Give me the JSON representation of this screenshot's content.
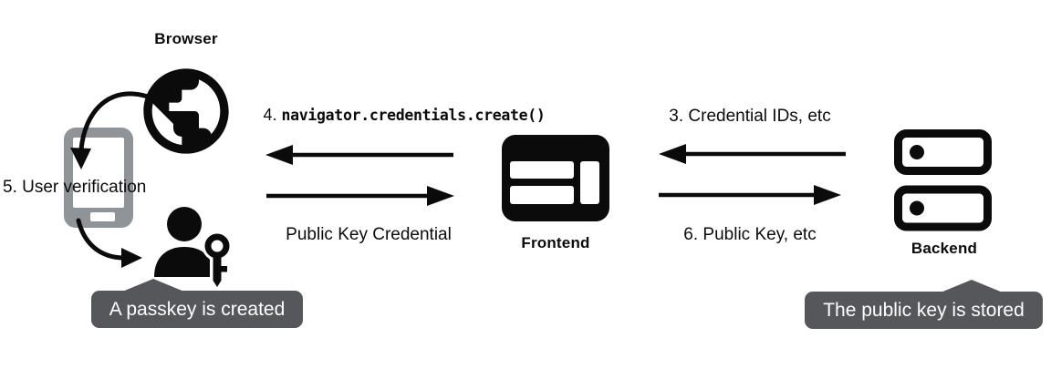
{
  "diagram": {
    "title_context": "passkey registration flow",
    "colors": {
      "ink": "#0b0b0c",
      "phone_gray": "#8f9499",
      "callout_bg": "#56575a",
      "callout_text": "#ffffff",
      "background": "#ffffff"
    },
    "nodes": {
      "browser": {
        "label": "Browser",
        "icon": "globe-icon"
      },
      "authenticator": {
        "icon": "smartphone-icon"
      },
      "user": {
        "icon": "person-key-icon"
      },
      "frontend": {
        "label": "Frontend",
        "icon": "browser-window-icon"
      },
      "backend": {
        "label": "Backend",
        "icon": "server-stack-icon"
      }
    },
    "steps": {
      "user_verification": "5. User verification",
      "create_call": {
        "prefix": "4.",
        "code": "navigator.credentials.create()"
      },
      "public_key_credential": "Public Key Credential",
      "credential_ids": "3. Credential IDs, etc",
      "public_key": "6. Public Key, etc"
    },
    "callouts": {
      "passkey_created": "A passkey is created",
      "public_key_stored": "The public key is stored"
    }
  }
}
